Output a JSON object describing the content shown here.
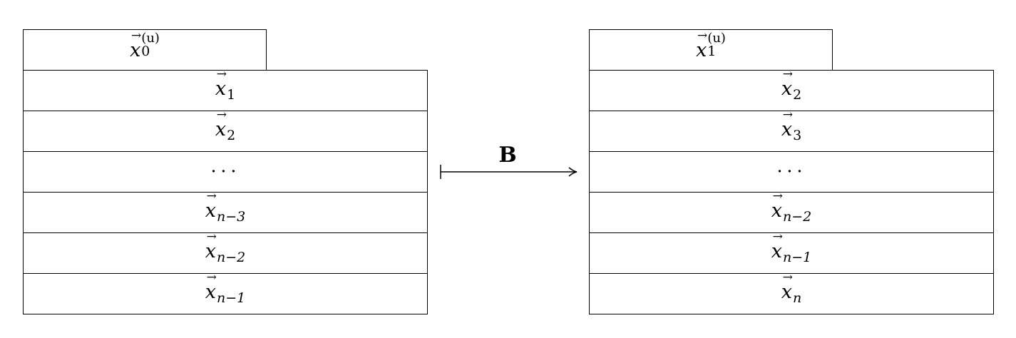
{
  "left_stack": {
    "top": {
      "base": "x",
      "sub": "0",
      "sup": "(u)"
    },
    "rows": [
      {
        "base": "x",
        "sub": "1"
      },
      {
        "base": "x",
        "sub": "2"
      },
      {
        "text": "⋅⋅⋅"
      },
      {
        "base": "x",
        "sub": "n−3"
      },
      {
        "base": "x",
        "sub": "n−2"
      },
      {
        "base": "x",
        "sub": "n−1"
      }
    ]
  },
  "mapping": {
    "label": "B"
  },
  "right_stack": {
    "top": {
      "base": "x",
      "sub": "1",
      "sup": "(u)"
    },
    "rows": [
      {
        "base": "x",
        "sub": "2"
      },
      {
        "base": "x",
        "sub": "3"
      },
      {
        "text": "⋅⋅⋅"
      },
      {
        "base": "x",
        "sub": "n−2"
      },
      {
        "base": "x",
        "sub": "n−1"
      },
      {
        "base": "x",
        "sub": "n"
      }
    ]
  }
}
